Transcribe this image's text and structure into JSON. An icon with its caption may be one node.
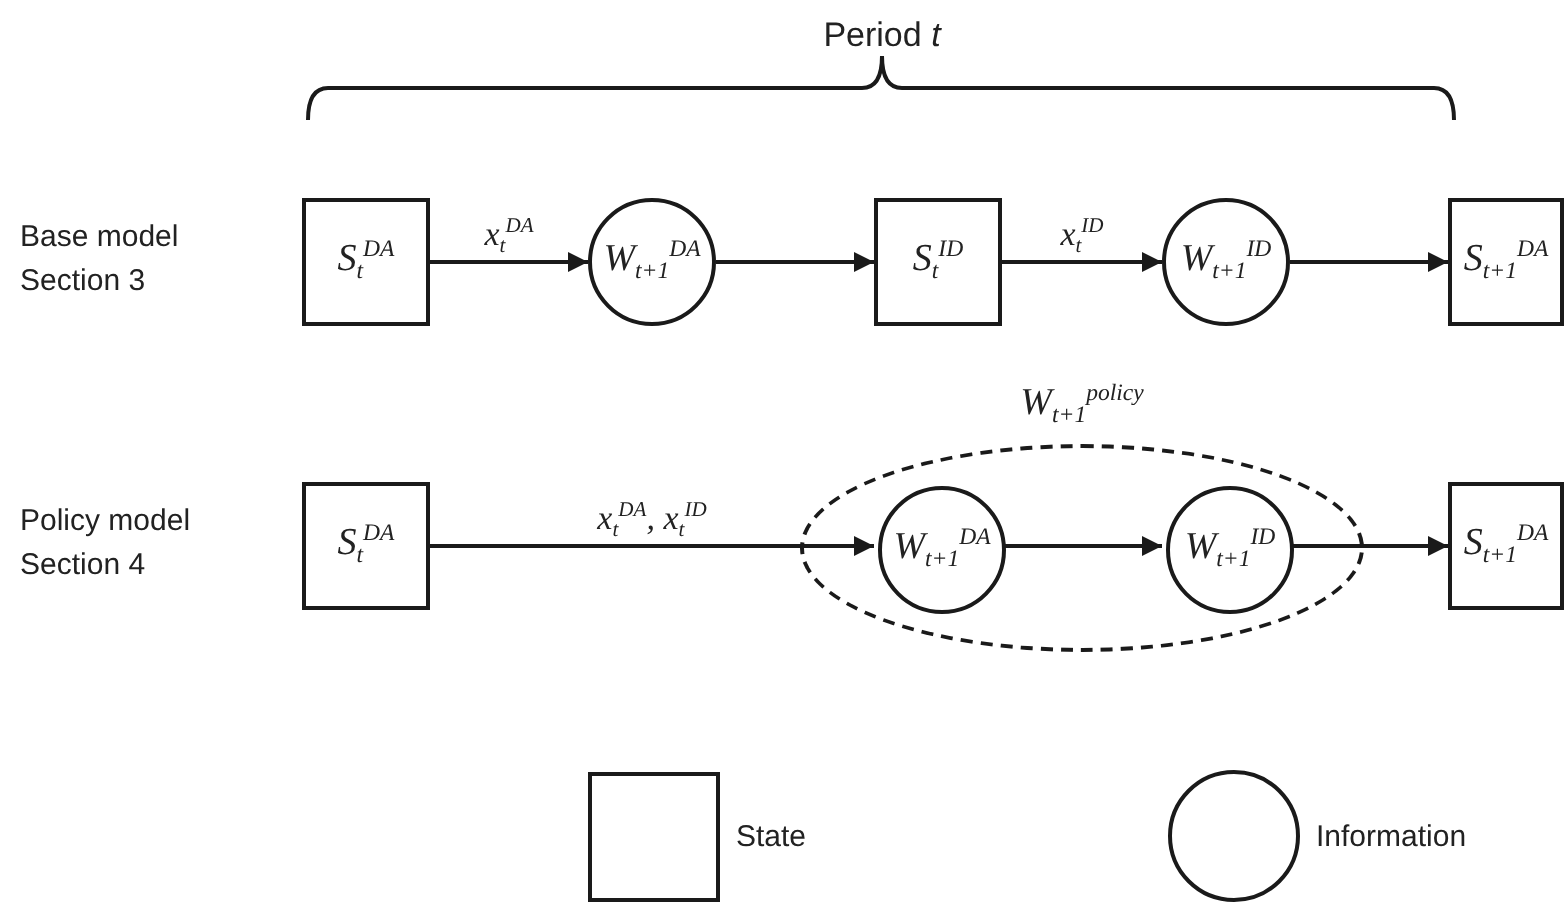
{
  "diagram": {
    "nodes": [
      {
        "text": [
          "S$_{t}$$^{DA}$"
        ]
      },
      {
        "text": [
          "W$_{t+1}$$^{DA}$"
        ]
      },
      {
        "text": [
          "S$_{t}$$^{ID}$"
        ]
      },
      {
        "text": [
          "W$_{t+1}$$^{ID}$"
        ]
      },
      {
        "text": [
          "S$_{t+1}$$^{DA}$"
        ]
      },
      {
        "text": [
          "S$_{t}$$^{DA}$"
        ]
      },
      {
        "text": [
          "W$_{t+1}$$^{policy}$"
        ]
      },
      {
        "text": [
          "W$_{t+1}$$^{DA}$"
        ],
        "in": 6
      },
      {
        "text": [
          "W$_{t+1}$$^{ID}$"
        ],
        "in": 6
      },
      {
        "text": [
          "S$_{t+1}$$^{DA}$"
        ]
      }
    ],
    "edges": [
      {
        "from": 0,
        "to": 1,
        "arrow": "to",
        "label": "x$_{t}$$^{DA}$"
      },
      {
        "from": 1,
        "to": 2,
        "arrow": "to"
      },
      {
        "from": 2,
        "to": 3,
        "arrow": "to",
        "label": "x$_{t}$$^{ID}$"
      },
      {
        "from": 3,
        "to": 4,
        "arrow": "to"
      },
      {
        "from": 5,
        "to": 7,
        "arrow": "to",
        "label": "x$_{t}$$^{DA}$, x$_{t}$$^{ID}$"
      },
      {
        "from": 7,
        "to": 8,
        "arrow": "to"
      },
      {
        "from": 8,
        "to": 9,
        "arrow": "to"
      }
    ],
    "labels": [
      "Period *t*",
      "Base model Section 3",
      "Policy model Section 4"
    ],
    "legend": [
      {
        "text": "State"
      },
      {
        "text": "Information"
      }
    ]
  }
}
